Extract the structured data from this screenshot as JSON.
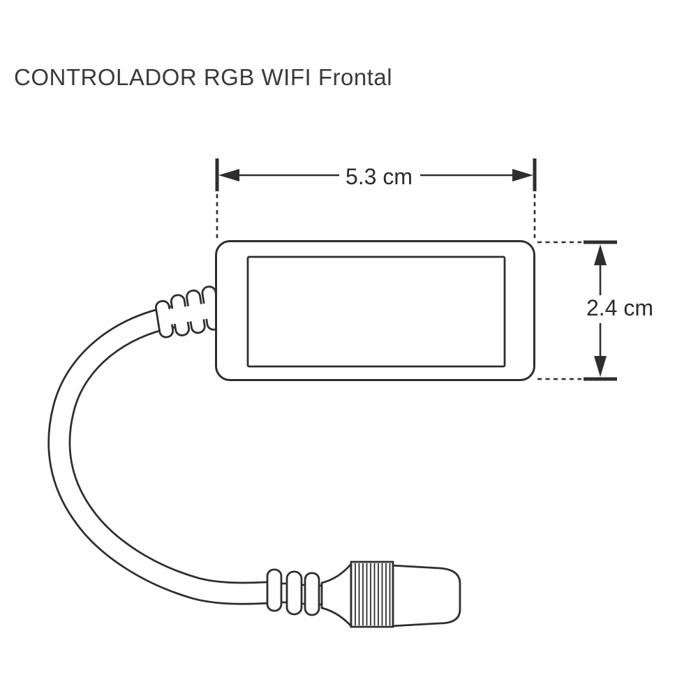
{
  "title": "CONTROLADOR RGB WIFI Frontal",
  "diagram": {
    "dimensions": {
      "width_label": "5.3 cm",
      "height_label": "2.4 cm"
    },
    "parts": {
      "box": "controller-body-front-view",
      "label_area": "controller-label-recess",
      "cable": "power-cable",
      "strain_relief": "cable-strain-relief-boot",
      "connector": "dc-barrel-connector"
    },
    "colors": {
      "background": "#ffffff",
      "line": "#2e2e2e",
      "text": "#3a3a3a"
    }
  }
}
